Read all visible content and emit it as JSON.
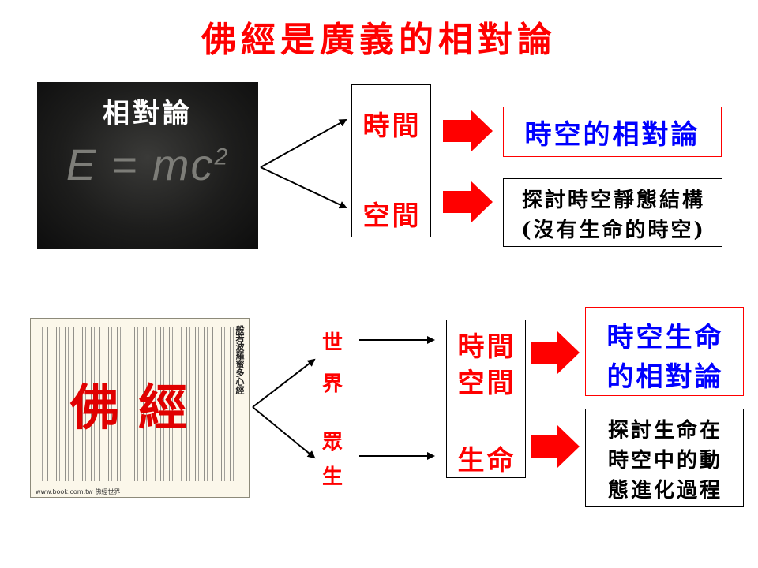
{
  "title": "佛經是廣義的相對論",
  "top": {
    "blackboard_label": "相對論",
    "formula": "E = mc",
    "formula_exp": "2",
    "box_time": "時間",
    "box_space": "空間",
    "result_relativity": "時空的相對論",
    "result_static": "探討時空靜態結構",
    "result_static_note": "(沒有生命的時空)"
  },
  "bottom": {
    "sutra_title": "般若波羅蜜多心經",
    "sutra_big": "佛經",
    "sutra_footer": "www.book.com.tw 佛經世界",
    "world_chars": [
      "世",
      "界"
    ],
    "beings_chars": [
      "眾",
      "生"
    ],
    "box_time": "時間",
    "box_space": "空間",
    "box_life": "生命",
    "result_life_line1": "時空生命",
    "result_life_line2": "的相對論",
    "result_dynamic_line1": "探討生命在",
    "result_dynamic_line2": "時空中的動",
    "result_dynamic_line3": "態進化過程"
  },
  "colors": {
    "title": "#ff0000",
    "accent_red": "#ff0000",
    "accent_blue": "#0000ff"
  }
}
